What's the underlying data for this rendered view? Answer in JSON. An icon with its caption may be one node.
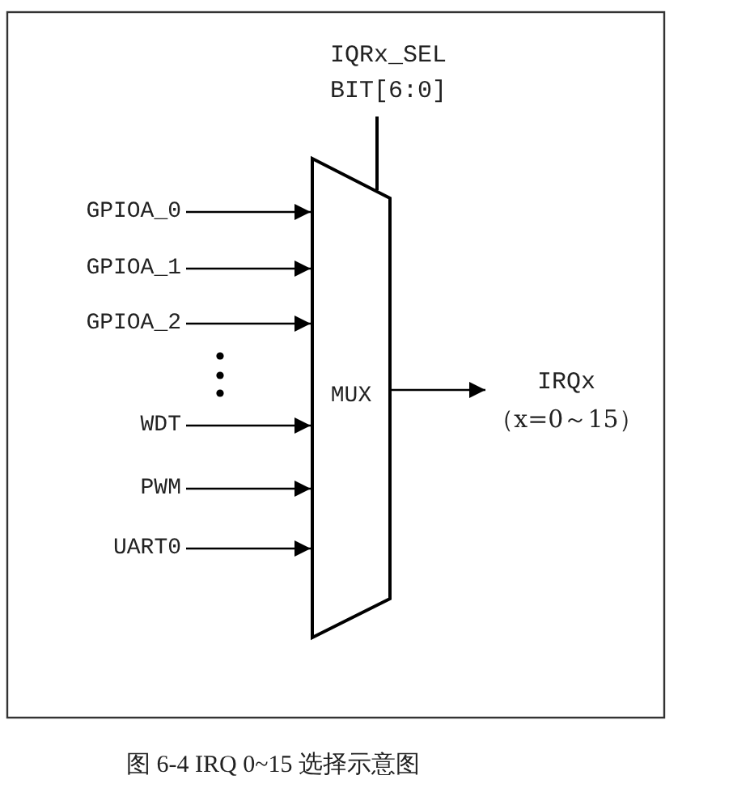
{
  "diagram": {
    "caption": "图 6-4 IRQ 0~15 选择示意图",
    "nodes": [
      {
        "text": [
          "GPIOA_0"
        ]
      },
      {
        "text": [
          "GPIOA_1"
        ]
      },
      {
        "text": [
          "GPIOA_2"
        ]
      },
      {
        "text": [
          "WDT"
        ]
      },
      {
        "text": [
          "PWM"
        ]
      },
      {
        "text": [
          "UART0"
        ]
      },
      {
        "text": [
          "MUX"
        ]
      },
      {
        "text": [
          "IRQx",
          "（x=0～15）"
        ]
      },
      {
        "text": [
          "IQRx_SEL",
          "BIT[6:0]"
        ]
      }
    ],
    "edges": [
      {
        "from": 0,
        "to": 6,
        "arrow": "to"
      },
      {
        "from": 1,
        "to": 6,
        "arrow": "to"
      },
      {
        "from": 2,
        "to": 6,
        "arrow": "to"
      },
      {
        "from": 3,
        "to": 6,
        "arrow": "to"
      },
      {
        "from": 4,
        "to": 6,
        "arrow": "to"
      },
      {
        "from": 5,
        "to": 6,
        "arrow": "to"
      },
      {
        "from": 6,
        "to": 7,
        "arrow": "to"
      },
      {
        "from": 8,
        "to": 6,
        "arrow": "none"
      }
    ]
  }
}
